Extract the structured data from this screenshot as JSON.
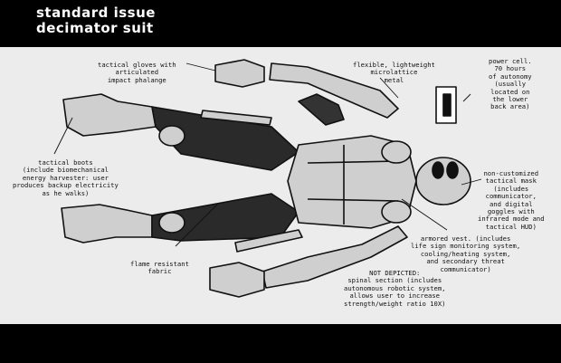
{
  "title": {
    "line1": "standard issue",
    "line2": "decimator suit"
  },
  "labels": {
    "gloves": "tactical gloves with\narticulated\nimpact phalange",
    "metal": "flexible, lightweight\nmicrolattice\nmetal",
    "power": "power cell.\n70 hours\nof autonomy\n(usually\nlocated on\nthe lower\nback area)",
    "boots": "tactical boots\n(include biomechanical\nenergy harvester: user\nproduces backup electricity\nas he walks)",
    "mask": "non-customized\ntactical mask\n(includes\ncommunicator,\nand digital\ngoggles with\ninfrared mode and\ntactical HUD)",
    "vest": "armored vest. (includes\nlife sign monitoring system,\ncooling/heating system,\nand secondary threat\ncommunicator)",
    "fabric": "flame resistant\nfabric",
    "spinal": "NOT DEPICTED:\nspinal section (includes\nautonomous robotic system,\nallows user to increase\nstrength/weight ratio 10X)"
  },
  "colors": {
    "bars": "#000000",
    "panel": "#ececec",
    "ink": "#111111"
  }
}
